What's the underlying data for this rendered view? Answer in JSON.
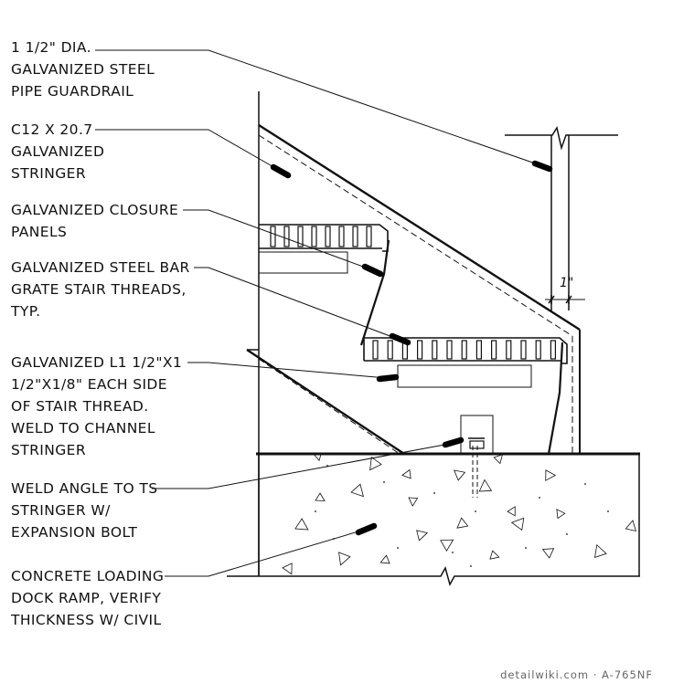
{
  "labels": [
    {
      "lines": [
        "1 1/2\" DIA.",
        "GALVANIZED STEEL",
        "PIPE GUARDRAIL"
      ]
    },
    {
      "lines": [
        "C12 X 20.7",
        "GALVANIZED",
        "STRINGER"
      ]
    },
    {
      "lines": [
        "GALVANIZED CLOSURE",
        "PANELS"
      ]
    },
    {
      "lines": [
        "GALVANIZED STEEL BAR",
        "GRATE STAIR THREADS,",
        "TYP."
      ]
    },
    {
      "lines": [
        "GALVANIZED L1 1/2\"X1",
        "1/2\"X1/8\" EACH SIDE",
        "OF STAIR THREAD.",
        "WELD TO CHANNEL",
        "STRINGER"
      ]
    },
    {
      "lines": [
        "WELD ANGLE TO TS",
        "STRINGER W/",
        "EXPANSION BOLT"
      ]
    },
    {
      "lines": [
        "CONCRETE LOADING",
        "DOCK RAMP, VERIFY",
        "THICKNESS W/ CIVIL"
      ]
    }
  ],
  "dimension": "1\"",
  "footer": "detailwiki.com · A-765NF",
  "colors": {
    "line": "#111111",
    "background": "#ffffff",
    "footer": "#666666"
  }
}
